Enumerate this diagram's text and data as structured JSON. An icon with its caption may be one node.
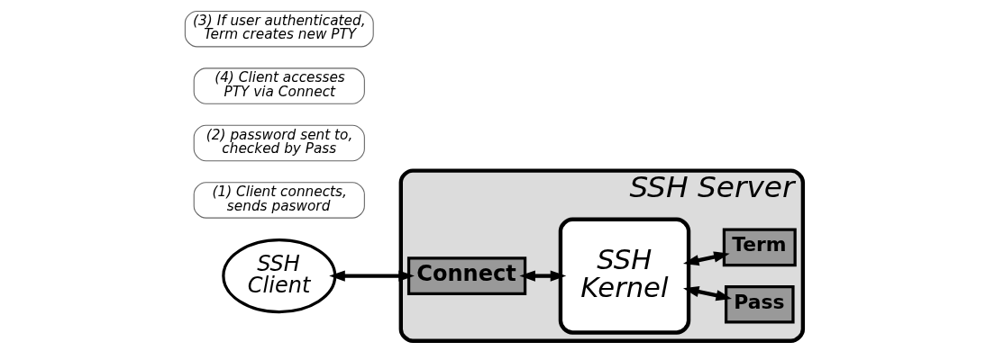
{
  "diagram": {
    "nodes": [
      {
        "text": [
          "SSH Server"
        ]
      },
      {
        "text": [
          "SSH Client"
        ]
      },
      {
        "text": [
          "Connect"
        ],
        "in": 0
      },
      {
        "text": [
          "SSH Kernel"
        ],
        "in": 0
      },
      {
        "text": [
          "Pass"
        ],
        "in": 0
      },
      {
        "text": [
          "Term"
        ],
        "in": 0
      },
      {
        "text": [
          "(1) Client connects, sends pasword"
        ]
      },
      {
        "text": [
          "(2) password sent to, checked by Pass"
        ]
      },
      {
        "text": [
          "(4) Client accesses PTY via Connect"
        ]
      },
      {
        "text": [
          "(3) If user authenticated, Term creates new PTY"
        ]
      }
    ],
    "edges": [
      {
        "from": 1,
        "to": 2,
        "arrow": "both"
      },
      {
        "from": 2,
        "to": 3,
        "arrow": "both"
      },
      {
        "from": 3,
        "to": 4,
        "arrow": "both"
      },
      {
        "from": 3,
        "to": 5,
        "arrow": "both"
      }
    ]
  }
}
